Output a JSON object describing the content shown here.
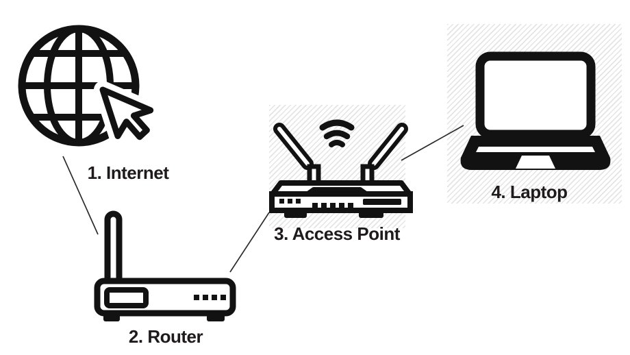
{
  "diagram": {
    "type": "network-topology",
    "background_color": "#ffffff",
    "nodes": [
      {
        "id": "internet",
        "order": "1",
        "label": "1. Internet",
        "icon": "internet-globe-cursor-icon",
        "highlighted": false
      },
      {
        "id": "router",
        "order": "2",
        "label": "2. Router",
        "icon": "router-icon",
        "highlighted": false
      },
      {
        "id": "access-point",
        "order": "3",
        "label": "3. Access Point",
        "icon": "access-point-icon",
        "highlighted": true
      },
      {
        "id": "laptop",
        "order": "4",
        "label": "4. Laptop",
        "icon": "laptop-icon",
        "highlighted": true
      }
    ],
    "connections": [
      {
        "from": "1. Internet",
        "to": "2. Router"
      },
      {
        "from": "2. Router",
        "to": "3. Access Point"
      },
      {
        "from": "3. Access Point",
        "to": "4. Laptop"
      }
    ],
    "colors": {
      "icon": "#121212",
      "label": "#1f1b1c",
      "connector": "#2b2b2b",
      "highlight_hatch": "#e4e4e4"
    }
  }
}
